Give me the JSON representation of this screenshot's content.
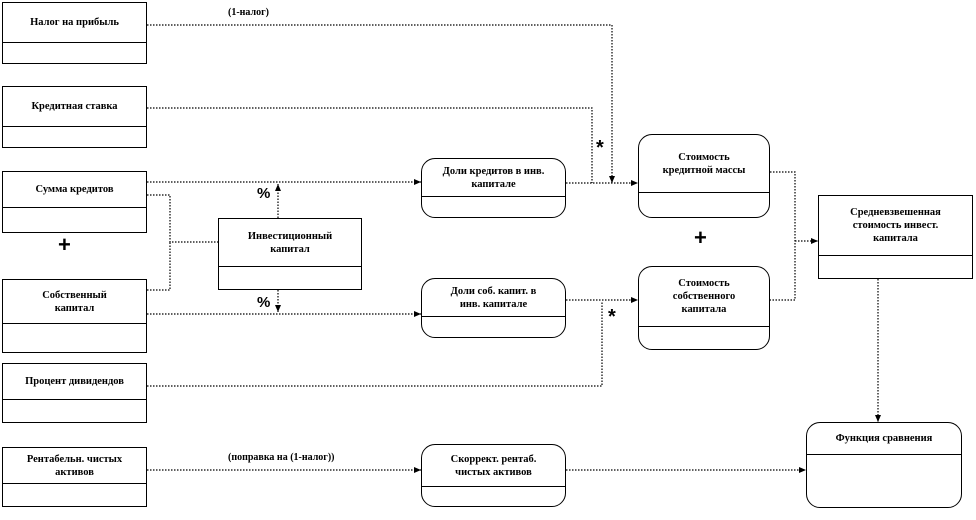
{
  "nodes": {
    "tax": {
      "label": "Налог на прибыль"
    },
    "rate": {
      "label": "Кредитная ставка"
    },
    "loans": {
      "label": "Сумма кредитов"
    },
    "equity": {
      "label": "Собственный\nкапитал"
    },
    "dividend": {
      "label": "Процент дивидендов"
    },
    "roa": {
      "label": "Рентабельн. чистых\nактивов"
    },
    "invcap": {
      "label": "Инвестиционный\nкапитал"
    },
    "debtshare": {
      "label": "Доли кредитов в инв.\nкапитале"
    },
    "eqshare": {
      "label": "Доли соб. капит. в\nинв. капитале"
    },
    "adjroa": {
      "label": "Скоррект. рентаб.\nчистых активов"
    },
    "debtcost": {
      "label": "Стоимость\nкредитной массы"
    },
    "eqcost": {
      "label": "Стоимость\nсобственного\nкапитала"
    },
    "wacc": {
      "label": "Средневзвешенная\nстоимость инвест.\nкапитала"
    },
    "compare": {
      "label": "Функция сравнения"
    }
  },
  "annotations": {
    "tax_factor": "(1-налог)",
    "correction": "(поправка на (1-налог))",
    "plus": "+",
    "times": "*",
    "percent": "%"
  }
}
